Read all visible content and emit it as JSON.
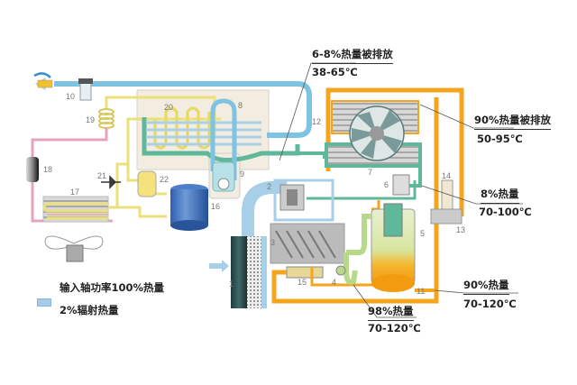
{
  "annotations": {
    "top_center": {
      "title": "6-8%热量被排放",
      "temp": "38-65℃"
    },
    "right_upper": {
      "title": "90%热量被排放",
      "temp": "50-95℃"
    },
    "right_mid": {
      "title": "8%热量",
      "temp": "70-100℃"
    },
    "right_lower": {
      "title": "90%热量",
      "temp": "70-120℃"
    },
    "bottom_center": {
      "title": "98%热量",
      "temp": "70-120℃"
    }
  },
  "legend": {
    "input_power": "输入轴功率100%热量",
    "radiation": "2%辐射热量"
  },
  "components": {
    "c1": "1",
    "c2": "2",
    "c3": "3",
    "c4": "4",
    "c5": "5",
    "c6": "6",
    "c7": "7",
    "c8": "8",
    "c9": "9",
    "c10": "10",
    "c11": "11",
    "c12": "12",
    "c13": "13",
    "c14": "14",
    "c15": "15",
    "c16": "16",
    "c17": "17",
    "c18": "18",
    "c19": "19",
    "c20": "20",
    "c21": "21",
    "c22": "22"
  },
  "colors": {
    "air": "#7fc3e3",
    "oil": "#f5a51c",
    "refrigerant_hot": "#e89ab4",
    "refrigerant": "#efe07a",
    "cooling": "#5fb89a",
    "oil_green": "#b8d88a"
  }
}
